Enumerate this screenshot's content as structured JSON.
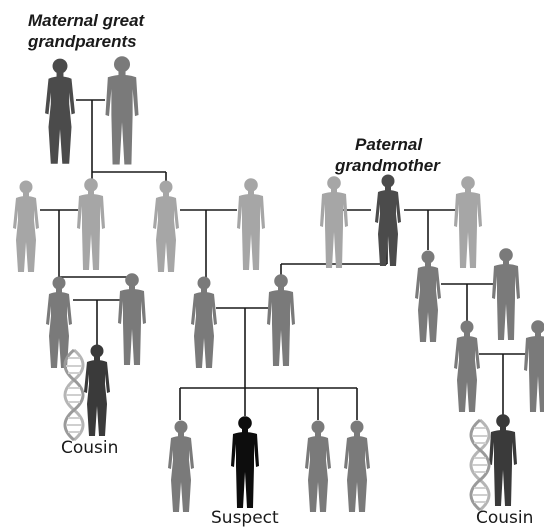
{
  "labels": {
    "maternal": [
      "Maternal great",
      "grandparents"
    ],
    "paternal": [
      "Paternal",
      "grandmother"
    ],
    "cousin_left": "Cousin",
    "cousin_right": "Cousin",
    "suspect": "Suspect"
  },
  "colors": {
    "background": "#ffffff",
    "line": "#1a1a1a",
    "relative": "#a6a6a6",
    "mid_relative": "#7a7a7a",
    "key_ancestor": "#4b4b4b",
    "cousin": "#3a3a3a",
    "suspect": "#0d0d0d",
    "dna_strand": "#b5b5b5",
    "dna_rung": "#cfcfcf"
  },
  "icons": [
    "person-icon",
    "dna-helix-icon"
  ],
  "people": [
    {
      "id": "maternal-great-grandmother",
      "sex": "f",
      "tone": "key_ancestor"
    },
    {
      "id": "maternal-great-grandfather",
      "sex": "m",
      "tone": "mid_relative"
    },
    {
      "id": "great-aunt",
      "sex": "f",
      "tone": "relative"
    },
    {
      "id": "great-aunt-spouse",
      "sex": "m",
      "tone": "relative"
    },
    {
      "id": "grandmother-maternal",
      "sex": "f",
      "tone": "relative"
    },
    {
      "id": "grandfather-maternal",
      "sex": "m",
      "tone": "relative"
    },
    {
      "id": "aunt-left",
      "sex": "f",
      "tone": "mid_relative"
    },
    {
      "id": "aunt-left-spouse",
      "sex": "m",
      "tone": "mid_relative"
    },
    {
      "id": "cousin-left",
      "sex": "f",
      "tone": "cousin"
    },
    {
      "id": "mother",
      "sex": "f",
      "tone": "mid_relative"
    },
    {
      "id": "father",
      "sex": "m",
      "tone": "mid_relative"
    },
    {
      "id": "paternal-great-grandfather",
      "sex": "m",
      "tone": "relative"
    },
    {
      "id": "paternal-grandmother",
      "sex": "f",
      "tone": "key_ancestor"
    },
    {
      "id": "paternal-grandmother-spouse",
      "sex": "m",
      "tone": "relative"
    },
    {
      "id": "uncle-right",
      "sex": "f",
      "tone": "mid_relative"
    },
    {
      "id": "uncle-right-spouse",
      "sex": "m",
      "tone": "mid_relative"
    },
    {
      "id": "relative-right",
      "sex": "f",
      "tone": "mid_relative"
    },
    {
      "id": "relative-right-spouse",
      "sex": "m",
      "tone": "mid_relative"
    },
    {
      "id": "cousin-right",
      "sex": "m",
      "tone": "cousin"
    },
    {
      "id": "sibling-1",
      "sex": "f",
      "tone": "mid_relative"
    },
    {
      "id": "suspect",
      "sex": "m",
      "tone": "suspect"
    },
    {
      "id": "sibling-2",
      "sex": "f",
      "tone": "mid_relative"
    },
    {
      "id": "sibling-3",
      "sex": "f",
      "tone": "mid_relative"
    }
  ]
}
